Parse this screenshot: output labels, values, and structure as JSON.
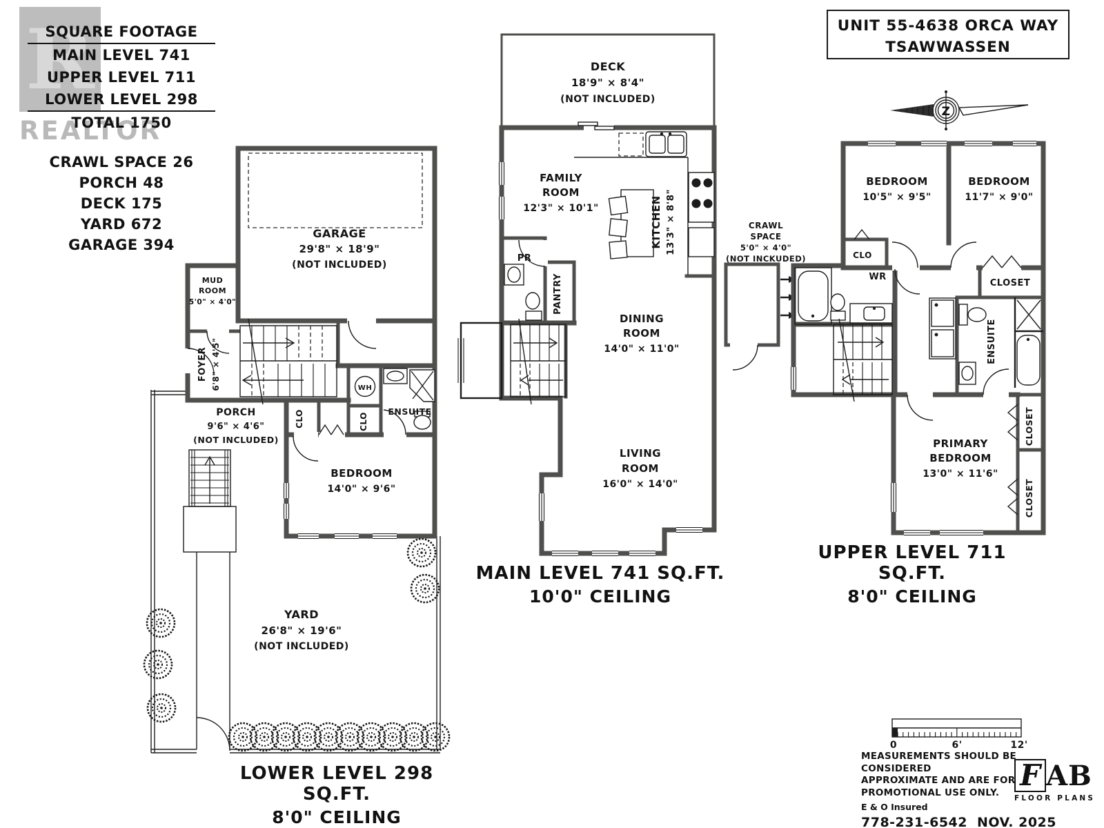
{
  "colors": {
    "ink": "#141414",
    "wall": "#4f4f4e",
    "watermark": "#bdbdbd"
  },
  "watermark": {
    "letter": "R",
    "word": "REALTOR"
  },
  "square_footage": {
    "title": "SQUARE FOOTAGE",
    "rows": [
      "MAIN LEVEL 741",
      "UPPER LEVEL 711",
      "LOWER LEVEL 298"
    ],
    "total": "TOTAL 1750",
    "extras": [
      "CRAWL SPACE 26",
      "PORCH 48",
      "DECK 175",
      "YARD 672",
      "GARAGE 394"
    ]
  },
  "address": {
    "line1": "UNIT 55-4638 ORCA WAY",
    "line2": "TSAWWASSEN"
  },
  "compass": {
    "letter": "Z"
  },
  "lower": {
    "garage": {
      "name": "GARAGE",
      "dims": "29'8\" × 18'9\"",
      "note": "(NOT INCLUDED)"
    },
    "mud_room": {
      "l1": "MUD",
      "l2": "ROOM",
      "dims": "5'0\" × 4'0\""
    },
    "foyer": {
      "name": "FOYER",
      "dims": "6'8\" × 4'5\""
    },
    "porch": {
      "name": "PORCH",
      "dims": "9'6\" × 4'6\"",
      "note": "(NOT INCLUDED)"
    },
    "bedroom": {
      "name": "BEDROOM",
      "dims": "14'0\" × 9'6\""
    },
    "ensuite": "ENSUITE",
    "wh": "WH",
    "clo1": "CLO",
    "clo2": "CLO",
    "yard": {
      "name": "YARD",
      "dims": "26'8\" × 19'6\"",
      "note": "(NOT INCLUDED)"
    },
    "caption1": "LOWER LEVEL 298 SQ.FT.",
    "caption2": "8'0\" CEILING"
  },
  "main": {
    "deck": {
      "name": "DECK",
      "dims": "18'9\" × 8'4\"",
      "note": "(NOT INCLUDED)"
    },
    "family": {
      "l1": "FAMILY",
      "l2": "ROOM",
      "dims": "12'3\" × 10'1\""
    },
    "kitchen": {
      "name": "KITCHEN",
      "dims": "13'3\" × 8'8\""
    },
    "pr": "PR",
    "pantry": "PANTRY",
    "dining": {
      "l1": "DINING",
      "l2": "ROOM",
      "dims": "14'0\" × 11'0\""
    },
    "living": {
      "l1": "LIVING",
      "l2": "ROOM",
      "dims": "16'0\" × 14'0\""
    },
    "caption1": "MAIN LEVEL 741 SQ.FT.",
    "caption2": "10'0\" CEILING"
  },
  "upper": {
    "crawl": {
      "l1": "CRAWL",
      "l2": "SPACE",
      "dims": "5'0\" × 4'0\"",
      "note": "(NOT INCKUDED)"
    },
    "bedroom1": {
      "name": "BEDROOM",
      "dims": "10'5\" × 9'5\""
    },
    "bedroom2": {
      "name": "BEDROOM",
      "dims": "11'7\" × 9'0\""
    },
    "clo": "CLO",
    "wr": "WR",
    "closet_top": "CLOSET",
    "ensuite": "ENSUITE",
    "primary": {
      "l1": "PRIMARY",
      "l2": "BEDROOM",
      "dims": "13'0\" × 11'6\""
    },
    "closet1": "CLOSET",
    "closet2": "CLOSET",
    "caption1": "UPPER LEVEL 711 SQ.FT.",
    "caption2": "8'0\" CEILING"
  },
  "footer": {
    "scale": {
      "t0": "0",
      "t1": "6'",
      "t2": "12'"
    },
    "disclaimer1": "MEASUREMENTS SHOULD BE CONSIDERED",
    "disclaimer2": "APPROXIMATE AND ARE FOR",
    "disclaimer3": "PROMOTIONAL USE ONLY.",
    "insured": "E & O Insured",
    "phone": "778-231-6542",
    "date": "NOV. 2025",
    "logo": {
      "f": "F",
      "ab": "AB",
      "sub": "FLOOR PLANS"
    }
  }
}
